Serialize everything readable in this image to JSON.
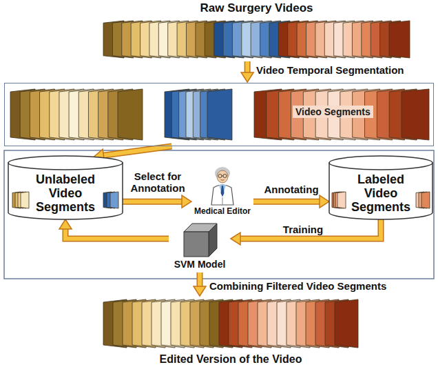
{
  "diagram": {
    "nodes": [
      {
        "text": [
          "Raw Surgery Videos"
        ]
      },
      {
        "text": [
          "Video Segments"
        ]
      },
      {
        "text": [
          "Unlabeled Video Segments"
        ]
      },
      {
        "text": [
          "Medical Editor"
        ]
      },
      {
        "text": [
          "Labeled Video Segments"
        ]
      },
      {
        "text": [
          "SVM Model"
        ]
      },
      {
        "text": [
          "Edited Version of the Video"
        ]
      }
    ],
    "edges": [
      {
        "from": 0,
        "to": 1,
        "arrow": "to",
        "label": "Video Temporal Segmentation"
      },
      {
        "from": 1,
        "to": 2,
        "arrow": "to"
      },
      {
        "from": 2,
        "to": 3,
        "arrow": "to",
        "label": "Select for Annotation"
      },
      {
        "from": 3,
        "to": 4,
        "arrow": "to",
        "label": "Annotating"
      },
      {
        "from": 4,
        "to": 5,
        "arrow": "to",
        "label": "Training"
      },
      {
        "from": 5,
        "to": 2,
        "arrow": "to"
      },
      {
        "from": 5,
        "to": 6,
        "arrow": "to",
        "label": "Combining Filtered Video Segments"
      }
    ]
  }
}
